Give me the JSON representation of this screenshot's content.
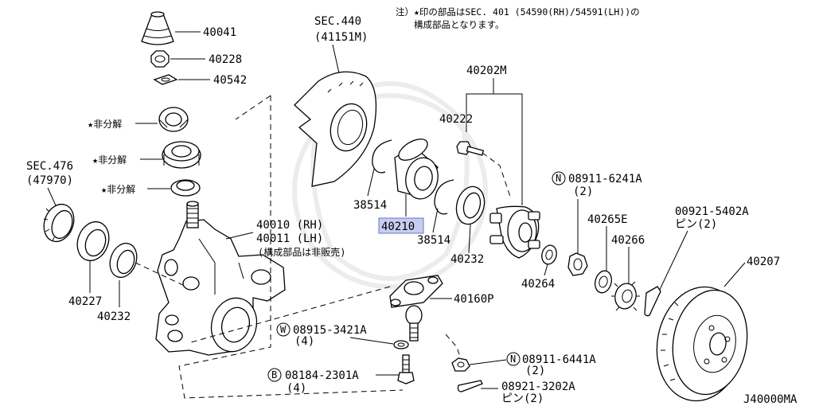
{
  "note": "注）★印の部品はSEC. 401 (54590(RH)/54591(LH))の\n構成部品となります。",
  "labels": {
    "p40041": "40041",
    "p40228": "40228",
    "p40542": "40542",
    "nd1": "★非分解",
    "nd2": "★非分解",
    "nd3": "★非分解",
    "sec476": "SEC.476",
    "sec476_ref": "(47970)",
    "sec440": "SEC.440",
    "sec440_ref": "(41151M)",
    "p40202m": "40202M",
    "p40222": "40222",
    "p38514a": "38514",
    "p40210": "40210",
    "p38514b": "38514",
    "p40232a": "40232",
    "p40010": "40010 (RH)",
    "p40011": "40011 (LH)",
    "p40011_note": "(構成部品は非販売)",
    "p40227": "40227",
    "p40232b": "40232",
    "p08911_6241": "08911-6241A",
    "p08911_6241_qty": "(2)",
    "p40265e": "40265E",
    "p40266": "40266",
    "p00921_5402": "00921-5402A",
    "p00921_5402_qty": "ピン(2)",
    "p40264": "40264",
    "p40207": "40207",
    "p40160p": "40160P",
    "p08915": "08915-3421A",
    "p08915_qty": "(4)",
    "p08184": "08184-2301A",
    "p08184_qty": "(4)",
    "p08911_6441": "08911-6441A",
    "p08911_6441_qty": "(2)",
    "p00921_3202": "08921-3202A",
    "p00921_3202_qty": "ピン(2)",
    "diagram_id": "J40000MA",
    "prefix_n1": "N",
    "prefix_n2": "N",
    "prefix_w": "W",
    "prefix_b": "B"
  },
  "highlight_color": "#c8cdf0"
}
